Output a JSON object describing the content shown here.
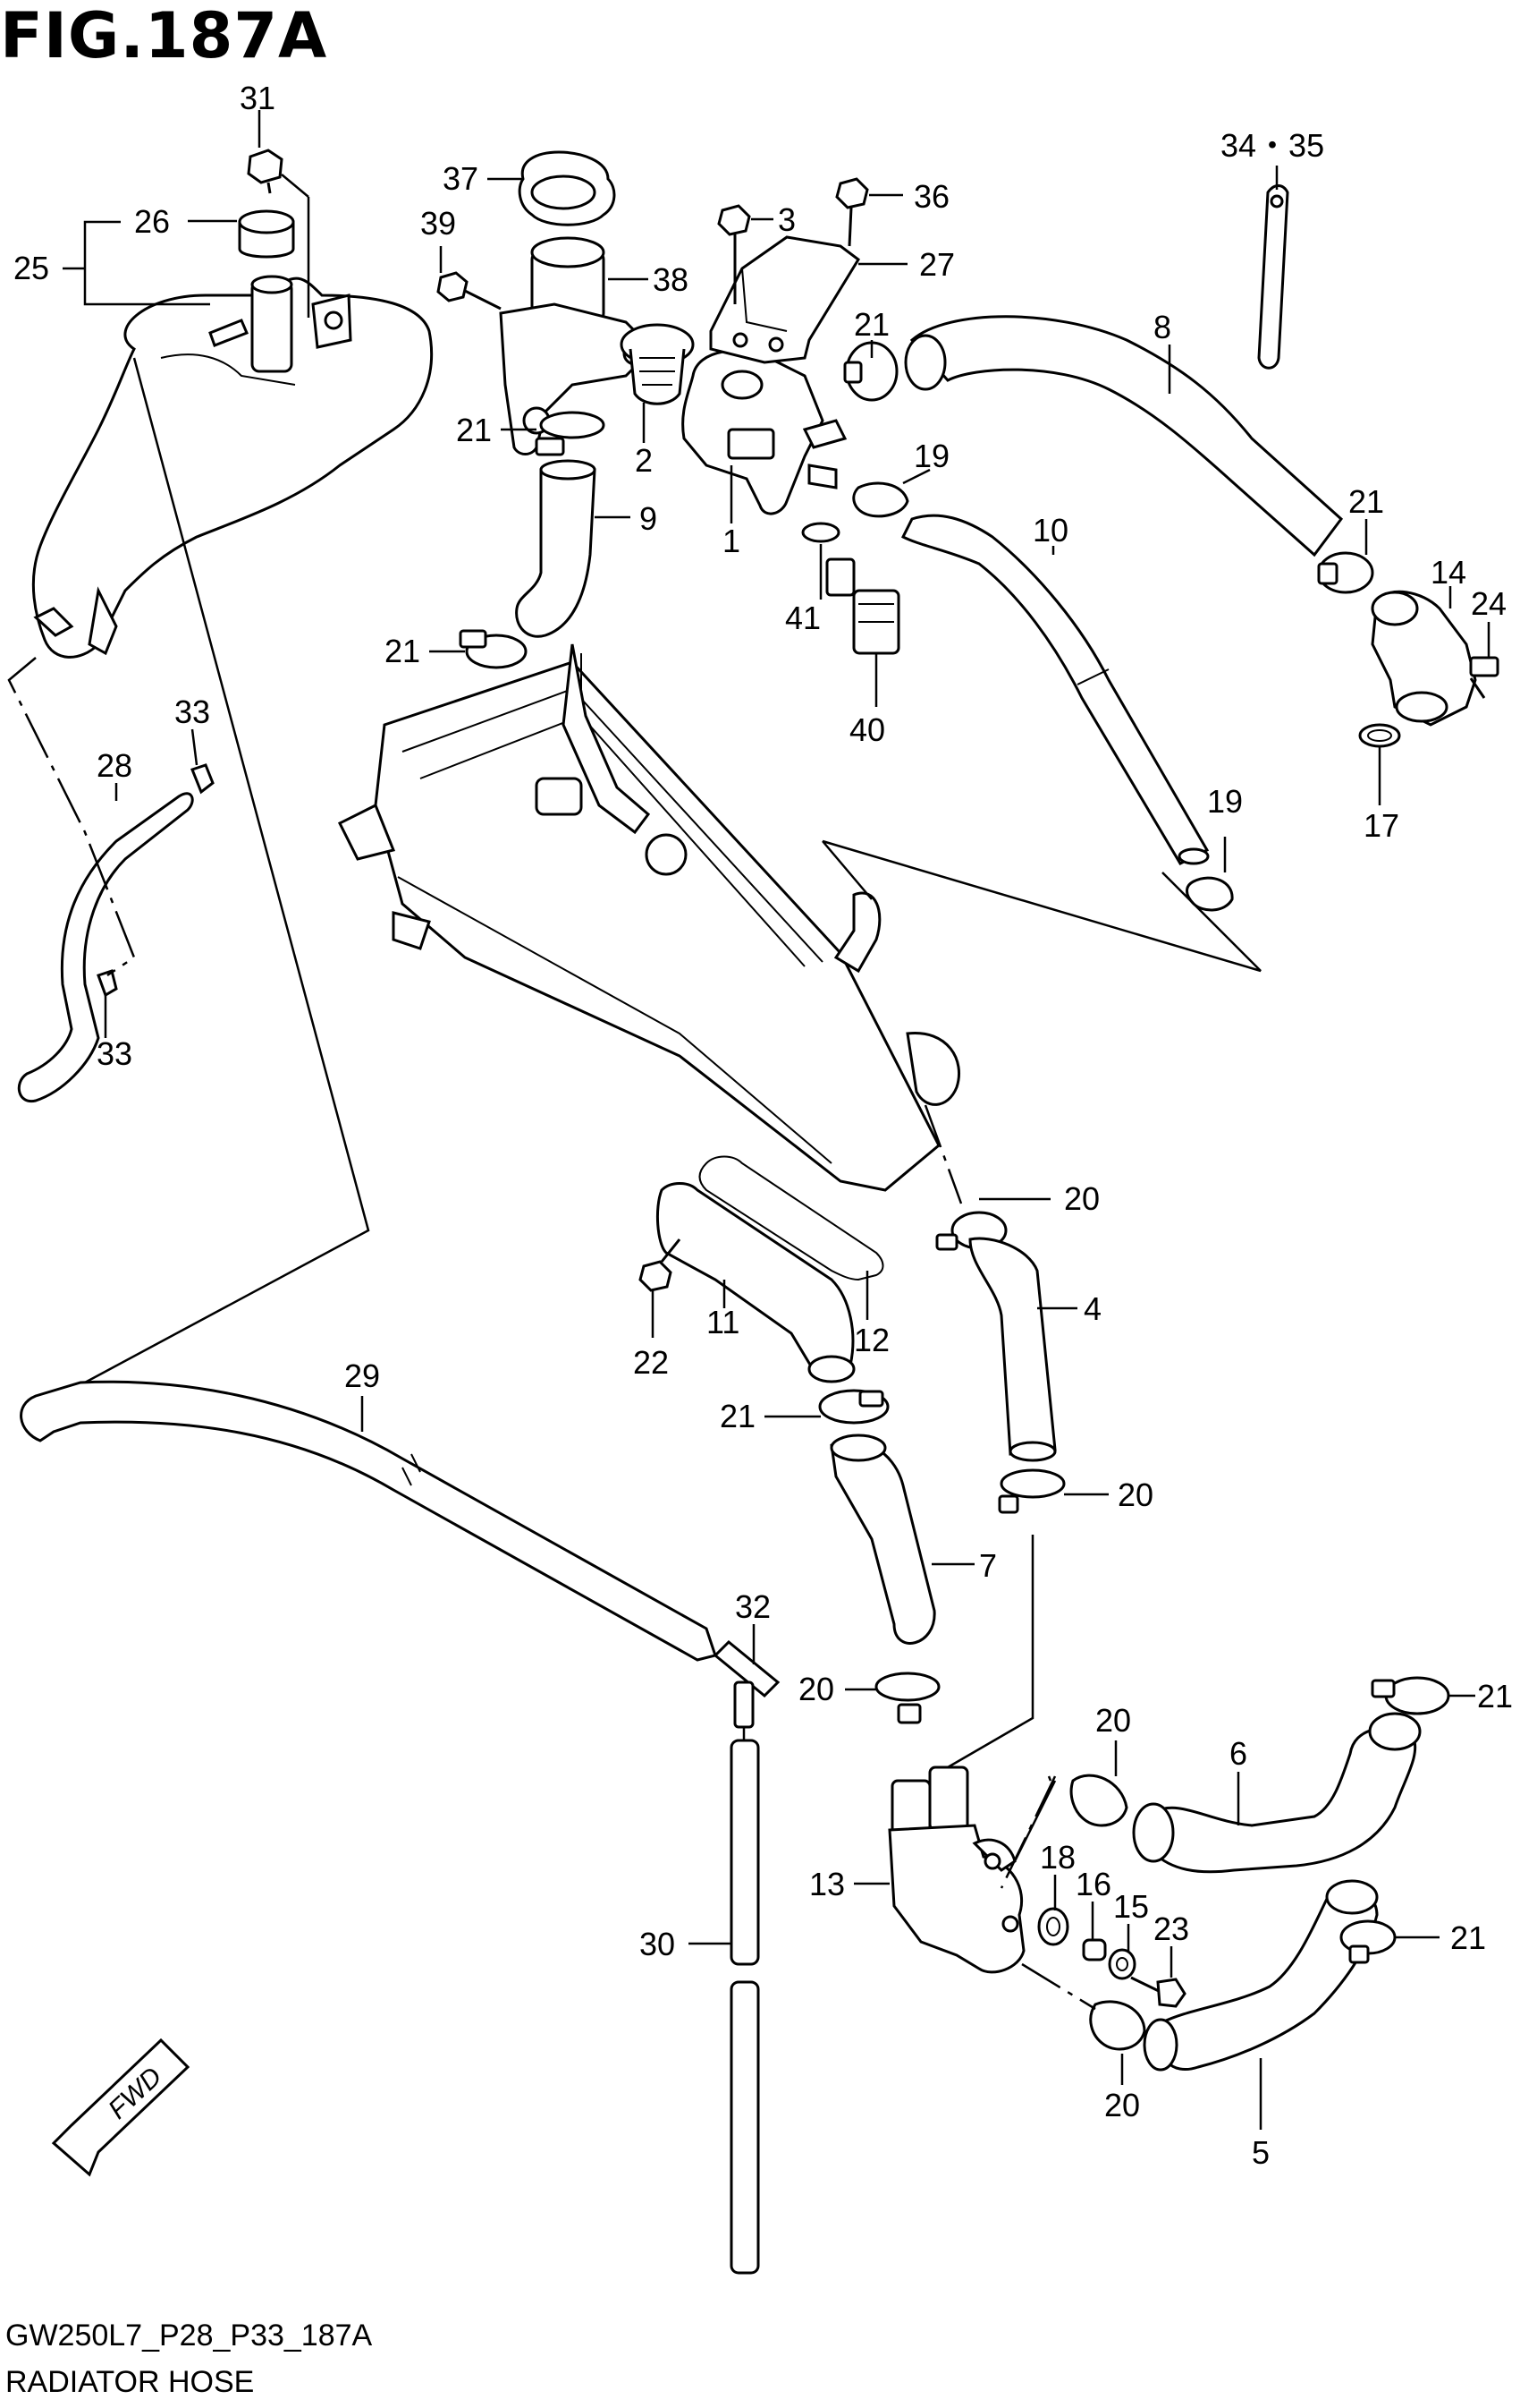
{
  "figure": {
    "title": "FIG.187A",
    "code": "GW250L7_P28_P33_187A",
    "name": "RADIATOR HOSE",
    "fwd_label": "FWD"
  },
  "callouts": [
    {
      "id": "c31",
      "text": "31"
    },
    {
      "id": "c26",
      "text": "26"
    },
    {
      "id": "c25",
      "text": "25"
    },
    {
      "id": "c37",
      "text": "37"
    },
    {
      "id": "c39",
      "text": "39"
    },
    {
      "id": "c38",
      "text": "38"
    },
    {
      "id": "c3",
      "text": "3"
    },
    {
      "id": "c36",
      "text": "36"
    },
    {
      "id": "c27",
      "text": "27"
    },
    {
      "id": "c3435",
      "text": "34・35"
    },
    {
      "id": "c8",
      "text": "8"
    },
    {
      "id": "c21a",
      "text": "21"
    },
    {
      "id": "c21b",
      "text": "21"
    },
    {
      "id": "c2",
      "text": "2"
    },
    {
      "id": "c19a",
      "text": "19"
    },
    {
      "id": "c9",
      "text": "9"
    },
    {
      "id": "c1",
      "text": "1"
    },
    {
      "id": "c10",
      "text": "10"
    },
    {
      "id": "c21c",
      "text": "21"
    },
    {
      "id": "c14",
      "text": "14"
    },
    {
      "id": "c24",
      "text": "24"
    },
    {
      "id": "c41",
      "text": "41"
    },
    {
      "id": "c21d",
      "text": "21"
    },
    {
      "id": "c40",
      "text": "40"
    },
    {
      "id": "c17",
      "text": "17"
    },
    {
      "id": "c33a",
      "text": "33"
    },
    {
      "id": "c28",
      "text": "28"
    },
    {
      "id": "c19b",
      "text": "19"
    },
    {
      "id": "c33b",
      "text": "33"
    },
    {
      "id": "c20a",
      "text": "20"
    },
    {
      "id": "c4",
      "text": "4"
    },
    {
      "id": "c12",
      "text": "12"
    },
    {
      "id": "c11",
      "text": "11"
    },
    {
      "id": "c22",
      "text": "22"
    },
    {
      "id": "c29",
      "text": "29"
    },
    {
      "id": "c21e",
      "text": "21"
    },
    {
      "id": "c20b",
      "text": "20"
    },
    {
      "id": "c7",
      "text": "7"
    },
    {
      "id": "c32",
      "text": "32"
    },
    {
      "id": "c20c",
      "text": "20"
    },
    {
      "id": "c20d",
      "text": "20"
    },
    {
      "id": "c21f",
      "text": "21"
    },
    {
      "id": "c6",
      "text": "6"
    },
    {
      "id": "c13",
      "text": "13"
    },
    {
      "id": "c18",
      "text": "18"
    },
    {
      "id": "c16",
      "text": "16"
    },
    {
      "id": "c15",
      "text": "15"
    },
    {
      "id": "c23",
      "text": "23"
    },
    {
      "id": "c21g",
      "text": "21"
    },
    {
      "id": "c30",
      "text": "30"
    },
    {
      "id": "c20e",
      "text": "20"
    },
    {
      "id": "c5",
      "text": "5"
    }
  ]
}
